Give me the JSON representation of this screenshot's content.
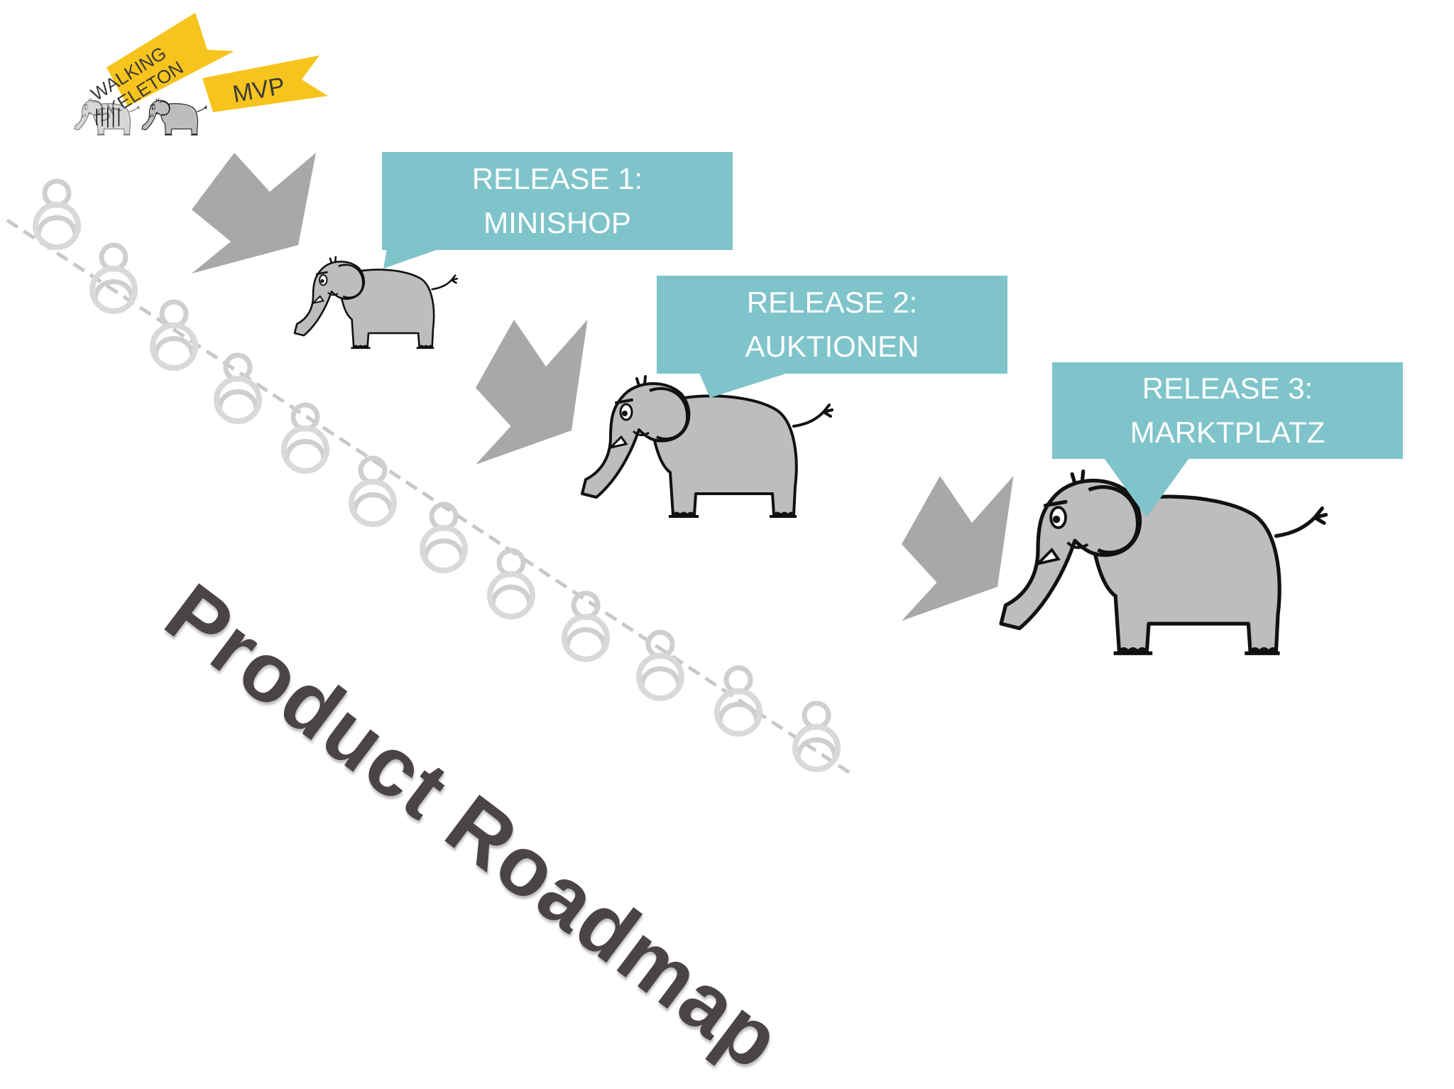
{
  "banners": {
    "walking_skeleton": "WALKING SKELETON",
    "mvp": "MVP"
  },
  "releases": [
    {
      "line1": "RELEASE 1:",
      "line2": "MINISHOP"
    },
    {
      "line1": "RELEASE 2:",
      "line2": "AUKTIONEN"
    },
    {
      "line1": "RELEASE 3:",
      "line2": "MARKTPLATZ"
    }
  ],
  "title": "Product Roadmap",
  "colors": {
    "callout": "#7fc4cb",
    "banner": "#f7c41d",
    "elephant": "#b9b9b9",
    "arrow": "#a8a8a8",
    "title": "#4a4544"
  },
  "icons": [
    "walking-skeleton-icon",
    "mvp-elephant-icon",
    "elephant-icon",
    "arrow-icon",
    "people-trail-icon"
  ]
}
